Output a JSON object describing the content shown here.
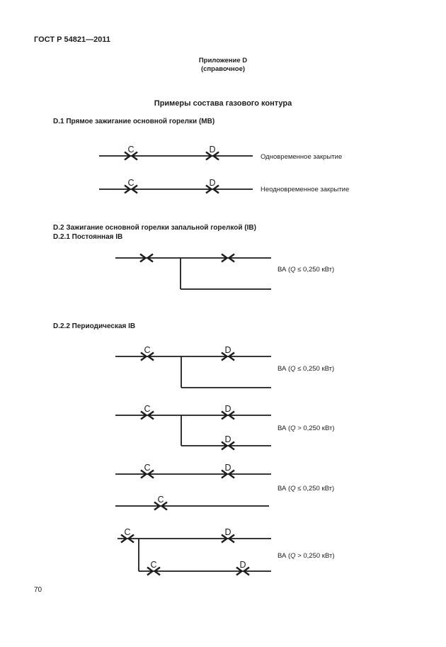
{
  "page": {
    "standard_code": "ГОСТ Р 54821—2011",
    "appendix_title": "Приложение D",
    "appendix_type": "(справочное)",
    "title": "Примеры состава газового контура",
    "page_number": "70"
  },
  "sections": {
    "d1_heading": "D.1 Прямое зажигание основной горелки (MB)",
    "d2_heading": "D.2 Зажигание основной горелки запальной горелкой (IB)",
    "d21_heading": "D.2.1 Постоянная IB",
    "d22_heading": "D.2.2 Периодическая IB"
  },
  "valve_labels": {
    "c": "C",
    "d": "D"
  },
  "captions": {
    "simultaneous": "Одновременное закрытие",
    "non_simultaneous": "Неодновременное закрытие",
    "ba_le": {
      "pre": "ВА (",
      "q": "Q",
      "post": " ≤ 0,250 кВт)"
    },
    "ba_gt": {
      "pre": "ВА (",
      "q": "Q",
      "post": " > 0,250 кВт)"
    }
  }
}
